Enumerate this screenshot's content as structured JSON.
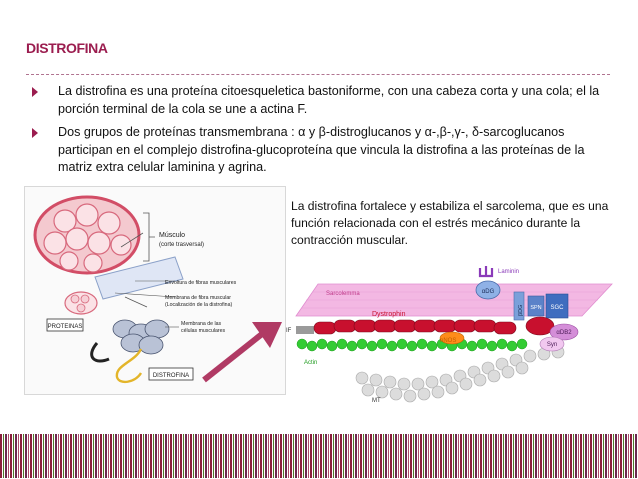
{
  "title": "DISTROFINA",
  "bullets": [
    "La distrofina es una proteína citoesqueletica bastoniforme, con una cabeza corta y una cola; el la porción terminal de la cola se une a actina F.",
    "Dos grupos de proteínas transmembrana : α y β-distroglucanos y α-,β-,γ-, δ-sarcoglucanos participan en el complejo distrofina-glucoproteína que vincula la distrofina a las proteínas de la matriz extra celular laminina y agrina."
  ],
  "caption": "La distrofina fortalece y estabiliza el sarcolema, que es una función relacionada con el estrés mecánico durante la contracción muscular.",
  "left_figure": {
    "labels": {
      "musculo": "Músculo",
      "corte": "(corte trasversal)",
      "envoltura": "Envoltura de fibras musculares",
      "membrana_fibra": "Membrana de fibra muscular",
      "localizacion": "(Localización de la distrofina)",
      "membrana_celulas_1": "Membrana de las",
      "membrana_celulas_2": "células musculares",
      "proteinas": "PROTEINAS",
      "distrofina": "DISTROFINA"
    }
  },
  "right_figure": {
    "labels": {
      "laminin": "Laminin",
      "sarcolemma": "Sarcolemma",
      "adg": "αDG",
      "bdg": "βDG",
      "spn": "SPN",
      "sgc": "SGC",
      "dystrophin": "Dystrophin",
      "if": "IF",
      "nnos": "nNOS",
      "adb2": "αDB2",
      "syn": "Syn",
      "actin": "Actin",
      "mt": "MT"
    }
  },
  "colors": {
    "accent": "#9b1d4f",
    "arrow": "#b03a64",
    "dystrophin_red": "#c8102e",
    "actin_green": "#33cc33",
    "sarcolemma_pink": "#f3b8e3"
  }
}
